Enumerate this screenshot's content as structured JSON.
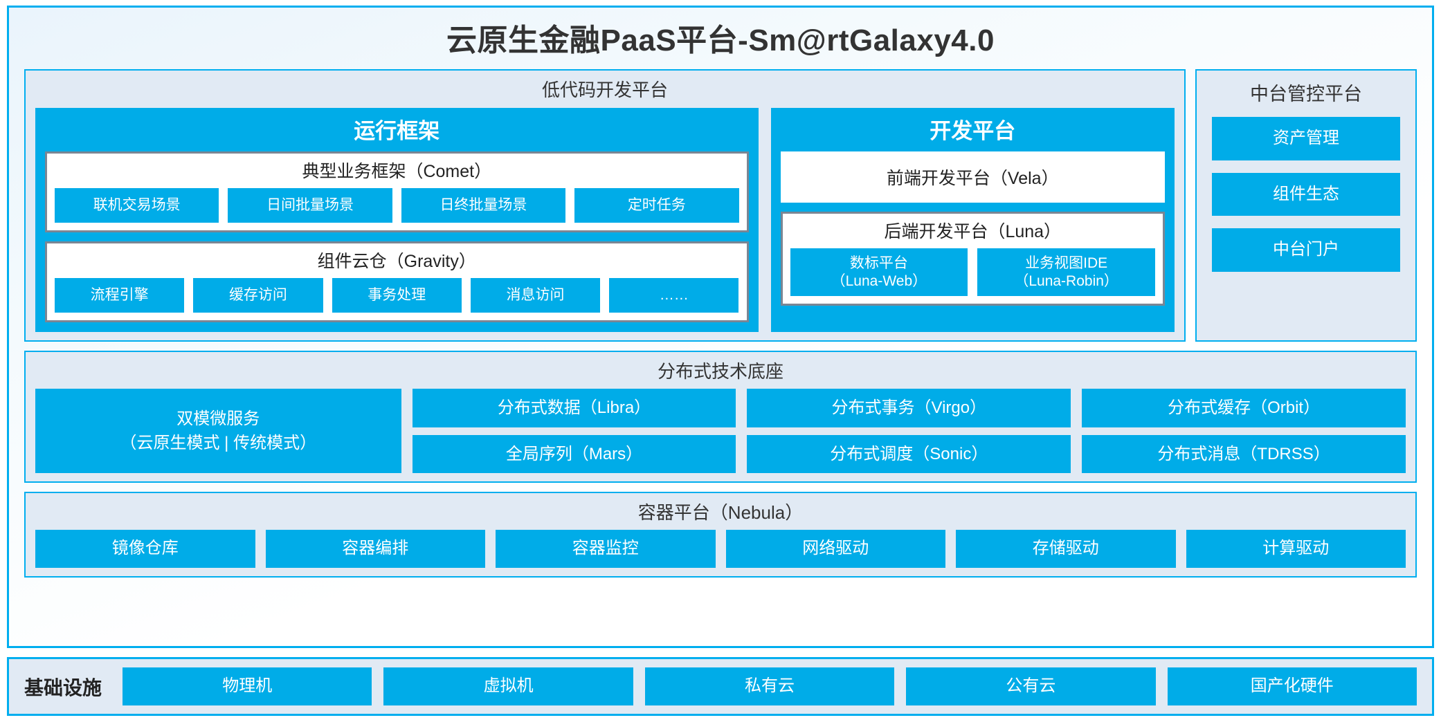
{
  "title": "云原生金融PaaS平台-Sm@rtGalaxy4.0",
  "colors": {
    "accent_blue": "#00ace8",
    "border_blue": "#00aeef",
    "panel_bg": "#e1eaf4",
    "box_border_gray": "#7a8694",
    "text_dark": "#333333",
    "text_white": "#ffffff"
  },
  "lowcode": {
    "title": "低代码开发平台",
    "runtime": {
      "title": "运行框架",
      "comet": {
        "title": "典型业务框架（Comet）",
        "items": [
          "联机交易场景",
          "日间批量场景",
          "日终批量场景",
          "定时任务"
        ]
      },
      "gravity": {
        "title": "组件云仓（Gravity）",
        "items": [
          "流程引擎",
          "缓存访问",
          "事务处理",
          "消息访问",
          "……"
        ]
      }
    },
    "devplatform": {
      "title": "开发平台",
      "frontend": "前端开发平台（Vela）",
      "backend": {
        "title": "后端开发平台（Luna）",
        "items": [
          {
            "name": "数标平台",
            "sub": "（Luna-Web）"
          },
          {
            "name": "业务视图IDE",
            "sub": "（Luna-Robin）"
          }
        ]
      }
    }
  },
  "control_platform": {
    "title": "中台管控平台",
    "items": [
      "资产管理",
      "组件生态",
      "中台门户"
    ]
  },
  "distributed": {
    "title": "分布式技术底座",
    "microservice": {
      "line1": "双模微服务",
      "line2": "（云原生模式 | 传统模式）"
    },
    "columns": [
      [
        "分布式数据（Libra）",
        "全局序列（Mars）"
      ],
      [
        "分布式事务（Virgo）",
        "分布式调度（Sonic）"
      ],
      [
        "分布式缓存（Orbit）",
        "分布式消息（TDRSS）"
      ]
    ]
  },
  "container": {
    "title": "容器平台（Nebula）",
    "items": [
      "镜像仓库",
      "容器编排",
      "容器监控",
      "网络驱动",
      "存储驱动",
      "计算驱动"
    ]
  },
  "infrastructure": {
    "label": "基础设施",
    "items": [
      "物理机",
      "虚拟机",
      "私有云",
      "公有云",
      "国产化硬件"
    ]
  }
}
